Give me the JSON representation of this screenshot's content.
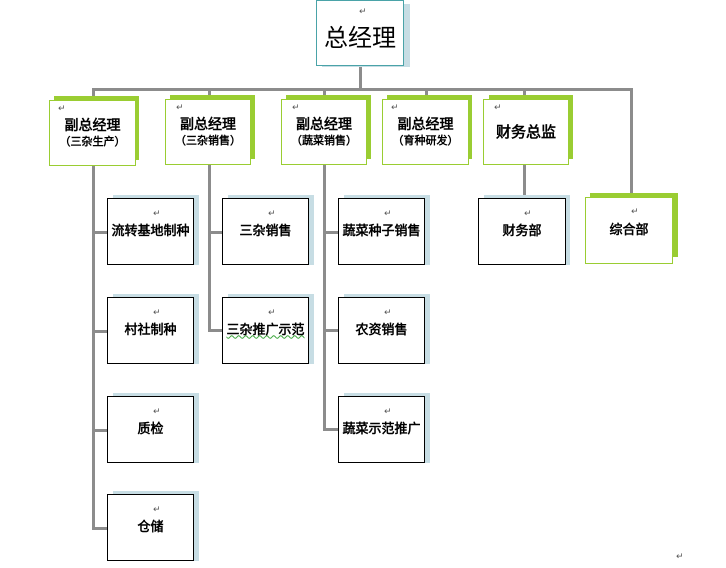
{
  "return_mark": "↵",
  "ceo": {
    "label": "总经理"
  },
  "managers": [
    {
      "title": "副总经理",
      "sub": "（三杂生产）"
    },
    {
      "title": "副总经理",
      "sub": "（三杂销售）"
    },
    {
      "title": "副总经理",
      "sub": "（蔬菜销售）"
    },
    {
      "title": "副总经理",
      "sub": "（育种研发）"
    },
    {
      "title": "财务总监",
      "sub": ""
    }
  ],
  "departments": {
    "production": [
      "流转基地制种",
      "村社制种",
      "质检",
      "仓储"
    ],
    "sales": [
      "三杂销售",
      "三杂推广示范"
    ],
    "vegetable": [
      "蔬菜种子销售",
      "农资销售",
      "蔬菜示范推广"
    ],
    "finance": [
      "财务部"
    ],
    "general": [
      "综合部"
    ]
  }
}
